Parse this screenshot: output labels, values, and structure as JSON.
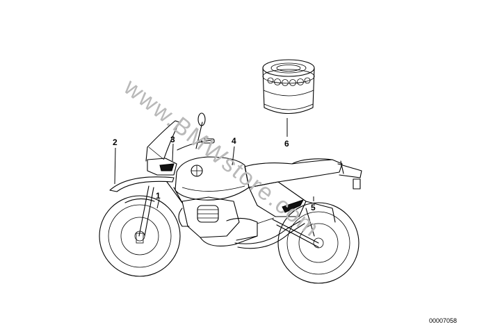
{
  "callouts": [
    {
      "label": "1"
    },
    {
      "label": "2"
    },
    {
      "label": "3"
    },
    {
      "label": "4"
    },
    {
      "label": "5"
    },
    {
      "label": "6"
    }
  ],
  "reference_number": "00007058",
  "watermark": "www.BMWstore.com",
  "colors": {
    "line": "#000000",
    "background": "#ffffff",
    "watermark": "#b9b9b9"
  }
}
